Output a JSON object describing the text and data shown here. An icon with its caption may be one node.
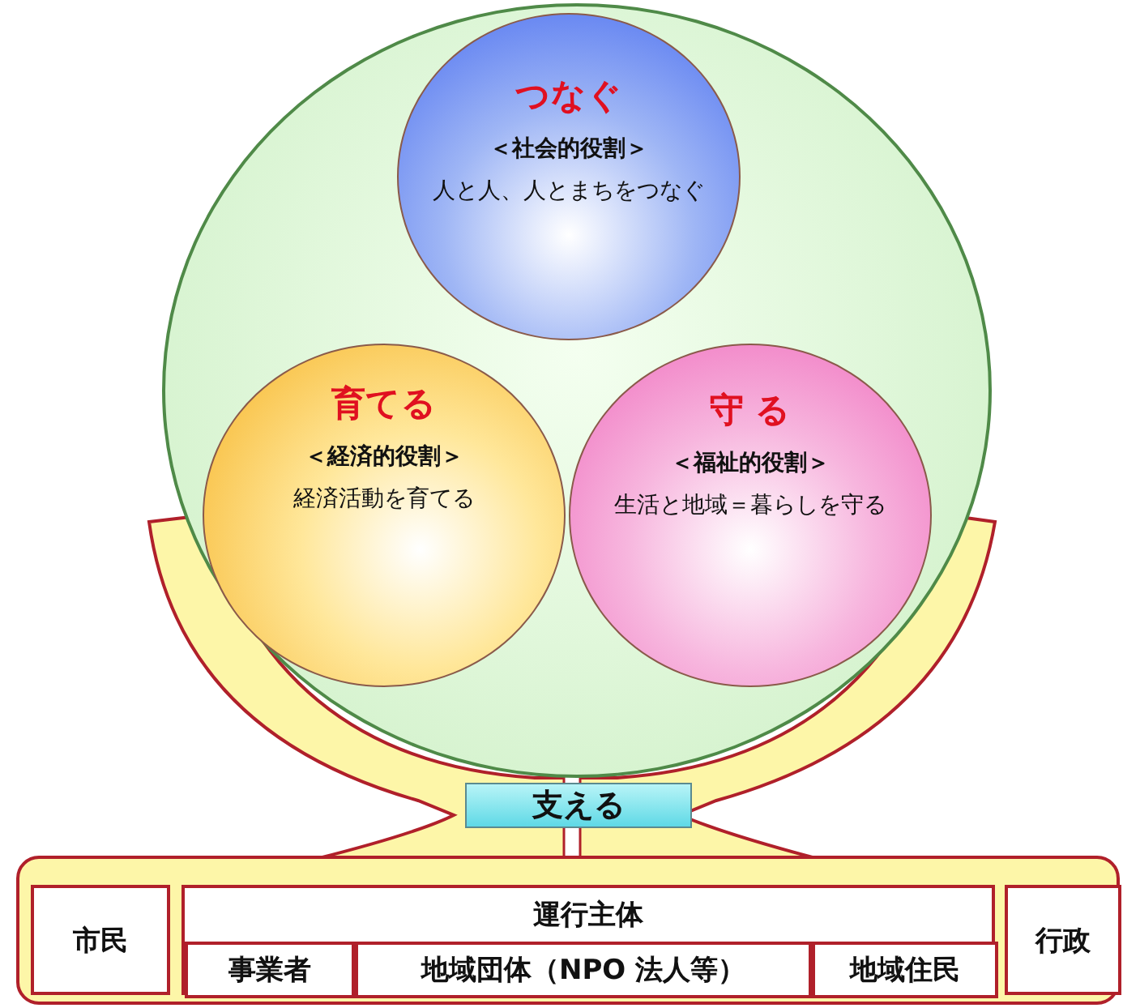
{
  "diagram": {
    "nodes": [
      {
        "text": [],
        "shape": "circle"
      },
      {
        "text": [
          "つなぐ",
          "＜社会的役割＞",
          "人と人、人とまちをつなぐ"
        ],
        "in": 0
      },
      {
        "text": [
          "育てる",
          "＜経済的役割＞",
          "経済活動を育てる"
        ],
        "in": 0
      },
      {
        "text": [
          "守 る",
          "＜福祉的役割＞",
          "生活と地域＝暮らしを守る"
        ],
        "in": 0
      },
      {
        "text": [
          "支える"
        ]
      },
      {
        "text": [],
        "shape": "box"
      },
      {
        "text": [
          "市民"
        ],
        "in": 5
      },
      {
        "text": [
          "運行主体"
        ],
        "in": 5
      },
      {
        "text": [
          "事業者"
        ],
        "in": 7
      },
      {
        "text": [
          "地域団体（NPO 法人等）"
        ],
        "in": 7
      },
      {
        "text": [
          "地域住民"
        ],
        "in": 7
      },
      {
        "text": [
          "行政"
        ],
        "in": 5
      }
    ]
  }
}
